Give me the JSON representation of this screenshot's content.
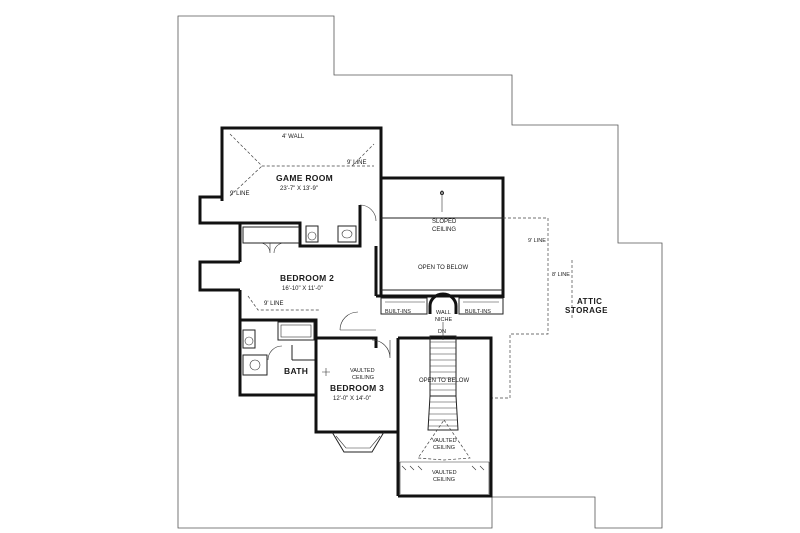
{
  "labels": {
    "game_room": "GAME ROOM",
    "game_room_dim": "23'-7\" X 13'-9\"",
    "four_wall": "4' WALL",
    "nine_line_top": "9' LINE",
    "nine_line_left": "9' LINE",
    "bedroom2": "BEDROOM 2",
    "bedroom2_dim": "16'-10\" X 11'-0\"",
    "nine_line_bed2": "9' LINE",
    "sloped": "SLOPED",
    "ceiling": "CEILING",
    "open_to_below_top": "OPEN TO BELOW",
    "built_ins_left": "BUILT-INS",
    "wall_niche_1": "WALL",
    "wall_niche_2": "NICHE",
    "built_ins_right": "BUILT-INS",
    "dn": "DN",
    "bath": "BATH",
    "vaulted_1": "VAULTED",
    "ceiling_1": "CEILING",
    "bedroom3": "BEDROOM 3",
    "bedroom3_dim": "12'-0\" X 14'-0\"",
    "open_to_below_stair": "OPEN TO BELOW",
    "vaulted_2": "VAULTED",
    "ceiling_2": "CEILING",
    "vaulted_3": "VAULTED",
    "ceiling_3": "CEILING",
    "nine_line_right": "9' LINE",
    "eight_line_right": "8' LINE",
    "attic_1": "ATTIC",
    "attic_2": "STORAGE"
  }
}
